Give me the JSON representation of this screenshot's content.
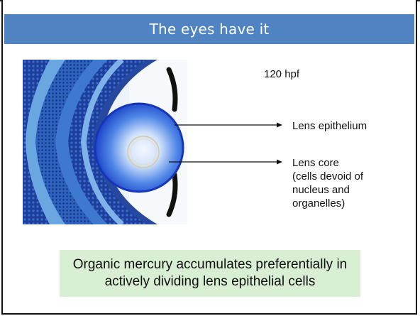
{
  "slide": {
    "title": "The eyes have it",
    "stage_label": "120 hpf",
    "labels": {
      "epithelium": "Lens epithelium",
      "core_line1": "Lens core",
      "core_line2": "(cells devoid of",
      "core_line3": "nucleus and",
      "core_line4": "organelles)"
    },
    "note": {
      "line1": "Organic mercury accumulates preferentially in",
      "line2": "actively dividing lens epithelial cells"
    }
  },
  "colors": {
    "title_bar": "#4f83c2",
    "note_background": "#d8efd3",
    "lens_stain": "#1c4fd6"
  },
  "icons": {
    "micrograph": "zebrafish-eye-micrograph"
  }
}
